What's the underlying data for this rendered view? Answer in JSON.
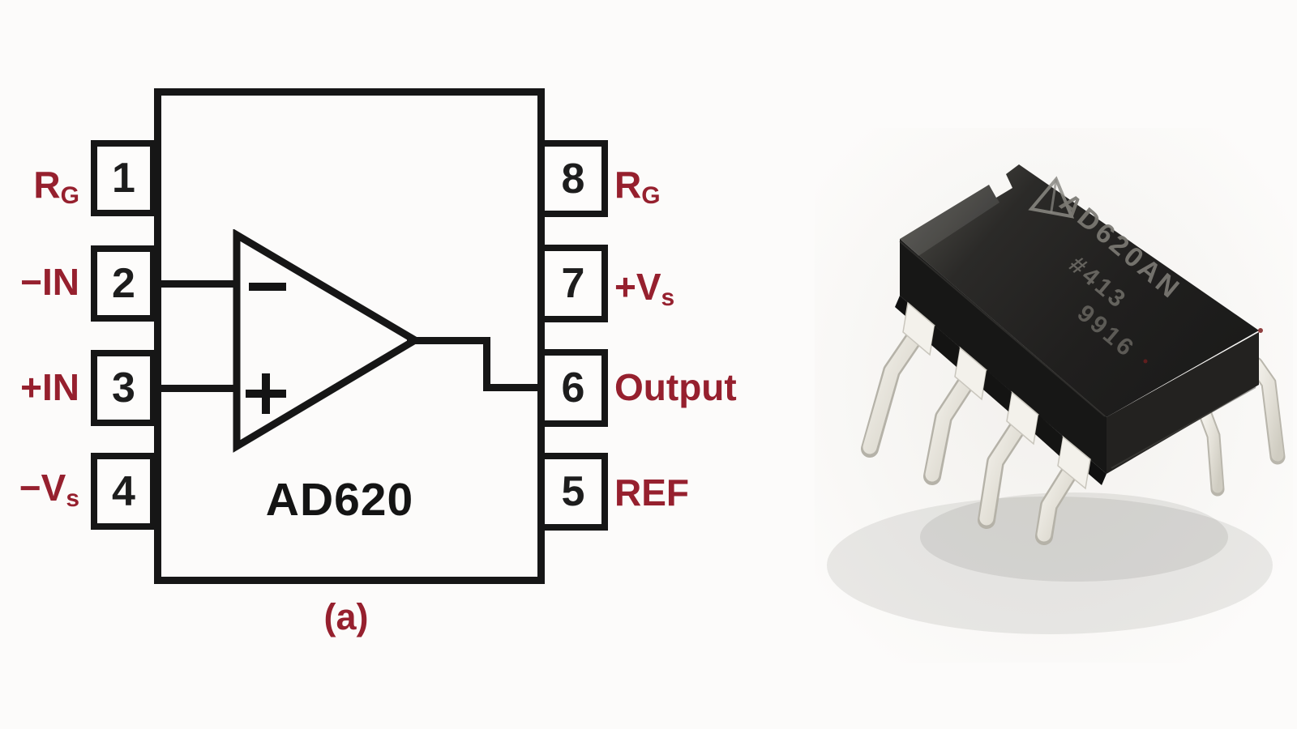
{
  "figure": {
    "caption": "(a)",
    "colors": {
      "label_red": "#96202e",
      "line_black": "#161616"
    },
    "pinout": {
      "chip_name": "AD620",
      "left_pins": [
        {
          "number": "1",
          "label_main": "R",
          "label_sub": "G"
        },
        {
          "number": "2",
          "label_main": "−IN",
          "label_sub": ""
        },
        {
          "number": "3",
          "label_main": "+IN",
          "label_sub": ""
        },
        {
          "number": "4",
          "label_main": "−V",
          "label_sub": "s"
        }
      ],
      "right_pins": [
        {
          "number": "8",
          "label_main": "R",
          "label_sub": "G"
        },
        {
          "number": "7",
          "label_main": "+V",
          "label_sub": "s"
        },
        {
          "number": "6",
          "label_main": "Output",
          "label_sub": ""
        },
        {
          "number": "5",
          "label_main": "REF",
          "label_sub": ""
        }
      ],
      "opamp": {
        "minus_symbol": "−",
        "plus_symbol": "+"
      }
    },
    "photo": {
      "description": "black DIP-8 package IC photo",
      "marking_line1": "AD620AN",
      "marking_line2": "#413",
      "marking_line3": "9916"
    }
  }
}
